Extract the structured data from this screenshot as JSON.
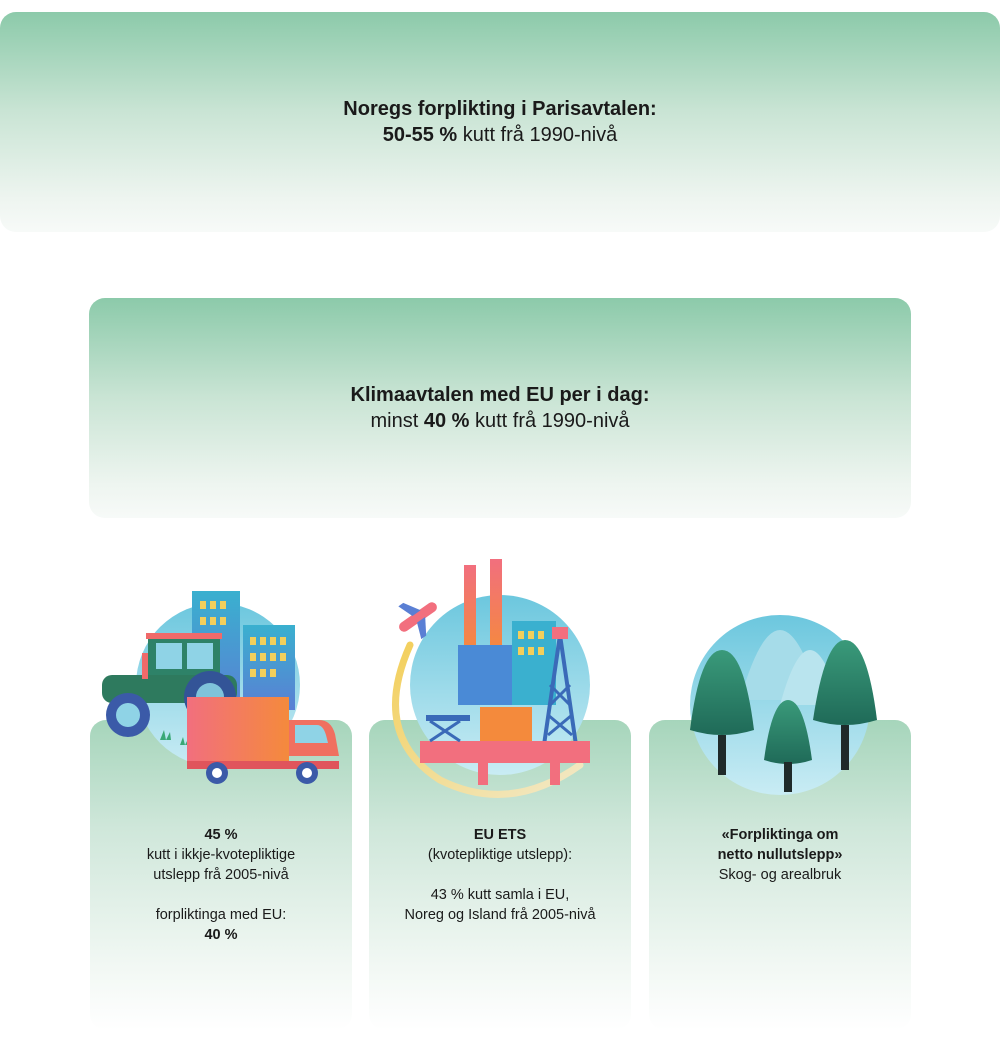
{
  "paris": {
    "title": "Noregs forplikting i Parisavtalen:",
    "target_bold": "50-55 %",
    "target_rest": " kutt frå 1990-nivå"
  },
  "eu_agreement": {
    "title": "Klimaavtalen med EU per i dag:",
    "prefix": "minst ",
    "target_bold": "40 %",
    "target_rest": " kutt frå 1990-nivå"
  },
  "cards": [
    {
      "heading": "45 %",
      "lines": [
        "kutt i ikkje-kvotepliktige",
        "utslepp frå 2005-nivå"
      ],
      "sub_label": "forpliktinga med EU:",
      "sub_value": "40 %",
      "icon": "tractor-truck-city-icon"
    },
    {
      "heading": "EU ETS",
      "lines": [
        "(kvotepliktige utslepp):"
      ],
      "detail": [
        "43 % kutt samla i EU,",
        "Noreg og Island frå 2005-nivå"
      ],
      "icon": "industry-platform-plane-icon"
    },
    {
      "heading": [
        "«Forpliktinga om",
        "netto nullutslepp»"
      ],
      "lines": [
        "Skog- og arealbruk"
      ],
      "icon": "forest-icon"
    }
  ],
  "colors": {
    "box_green": "#8ccaaa",
    "truck_body": "#f0705a",
    "tractor_green": "#2d7a5c",
    "tree_green": "#2a8a70",
    "circle_blue": "#6bc4dc"
  }
}
